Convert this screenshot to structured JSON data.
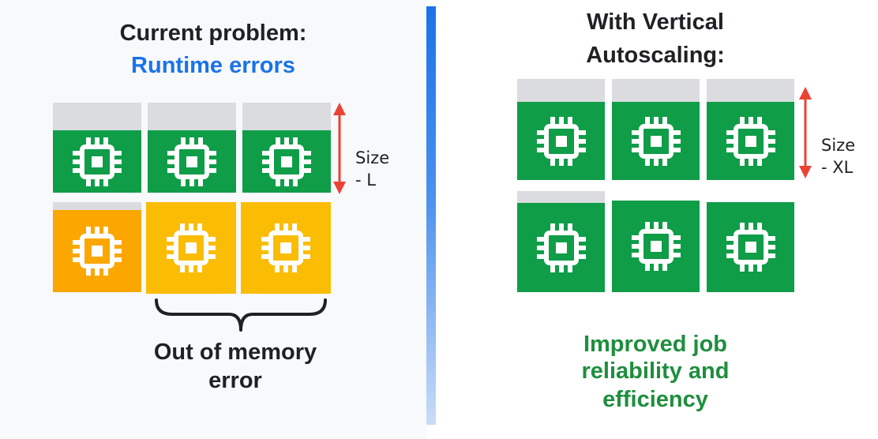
{
  "left": {
    "title": "Current problem:",
    "subtitle": "Runtime errors",
    "size_label_line1": "Size",
    "size_label_line2": "- L",
    "caption_line1": "Out of memory",
    "caption_line2": "error"
  },
  "right": {
    "title_line1": "With Vertical",
    "title_line2": "Autoscaling:",
    "size_label_line1": "Size",
    "size_label_line2": "- XL",
    "caption_line1": "Improved job",
    "caption_line2": "reliability and",
    "caption_line3": "efficiency"
  },
  "colors": {
    "green": "#0f9d48",
    "amber_dark": "#fba700",
    "amber": "#fbbc04",
    "empty": "#dadce0",
    "blue": "#1a73e8",
    "red_arrow": "#ea4335",
    "text_green": "#1e8e3e"
  },
  "icons": [
    "cpu-chip-icon",
    "double-arrow-vertical-icon",
    "curly-brace-icon"
  ],
  "worker_fill_levels": {
    "left": [
      0.69,
      0.69,
      0.69,
      0.91,
      1.0,
      1.0
    ],
    "right": [
      0.77,
      0.77,
      0.77,
      0.88,
      1.0,
      1.0
    ]
  }
}
